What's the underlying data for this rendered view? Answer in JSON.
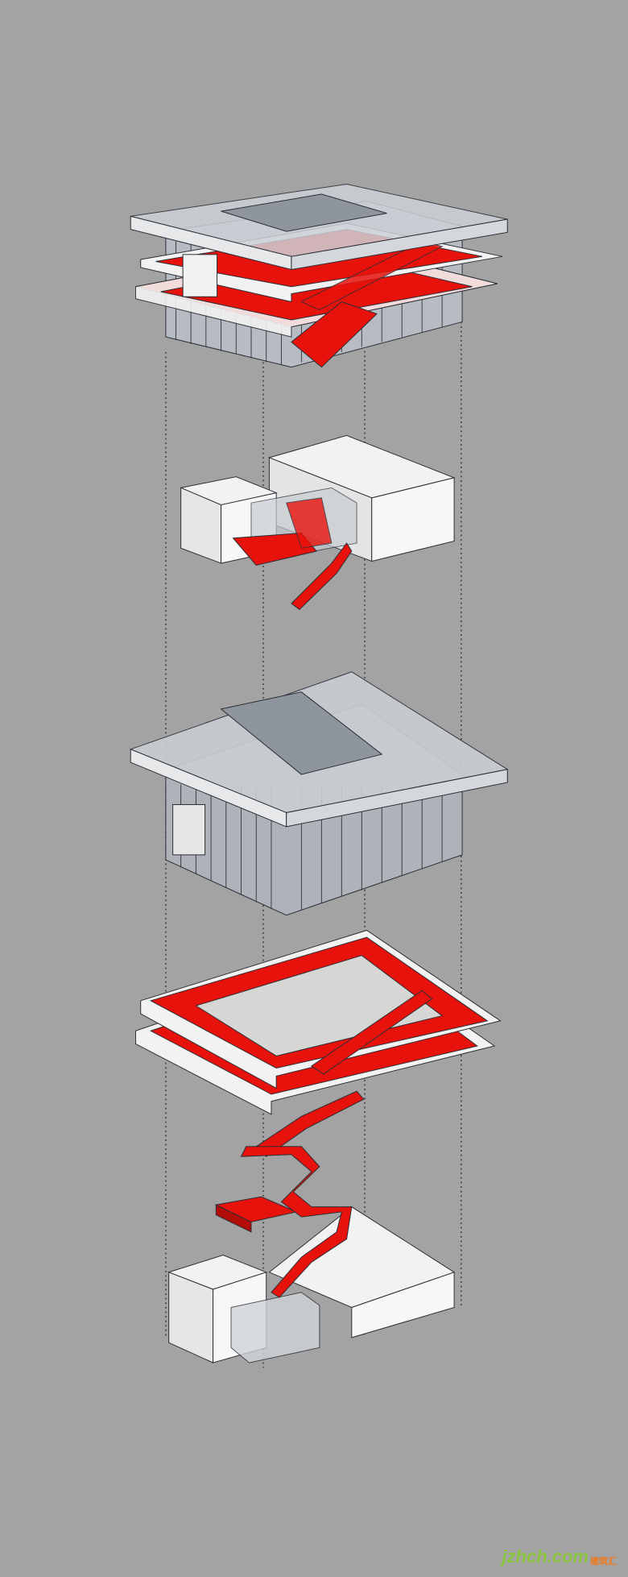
{
  "diagram": {
    "type": "exploded-axonometric",
    "layers": [
      "roof-and-upper-floors",
      "volume-blocks-with-stair",
      "glass-facade-and-roof",
      "red-floor-slabs",
      "ground-blocks-and-stair"
    ],
    "colors": {
      "background": "#a3a3a3",
      "accent_red": "#e8120c",
      "white": "#f2f2f2",
      "glass": "#c9ced3",
      "line": "#2b2f36"
    }
  },
  "watermark": {
    "logo_text": "jzhch.com",
    "logo_sub": "建筑汇"
  }
}
